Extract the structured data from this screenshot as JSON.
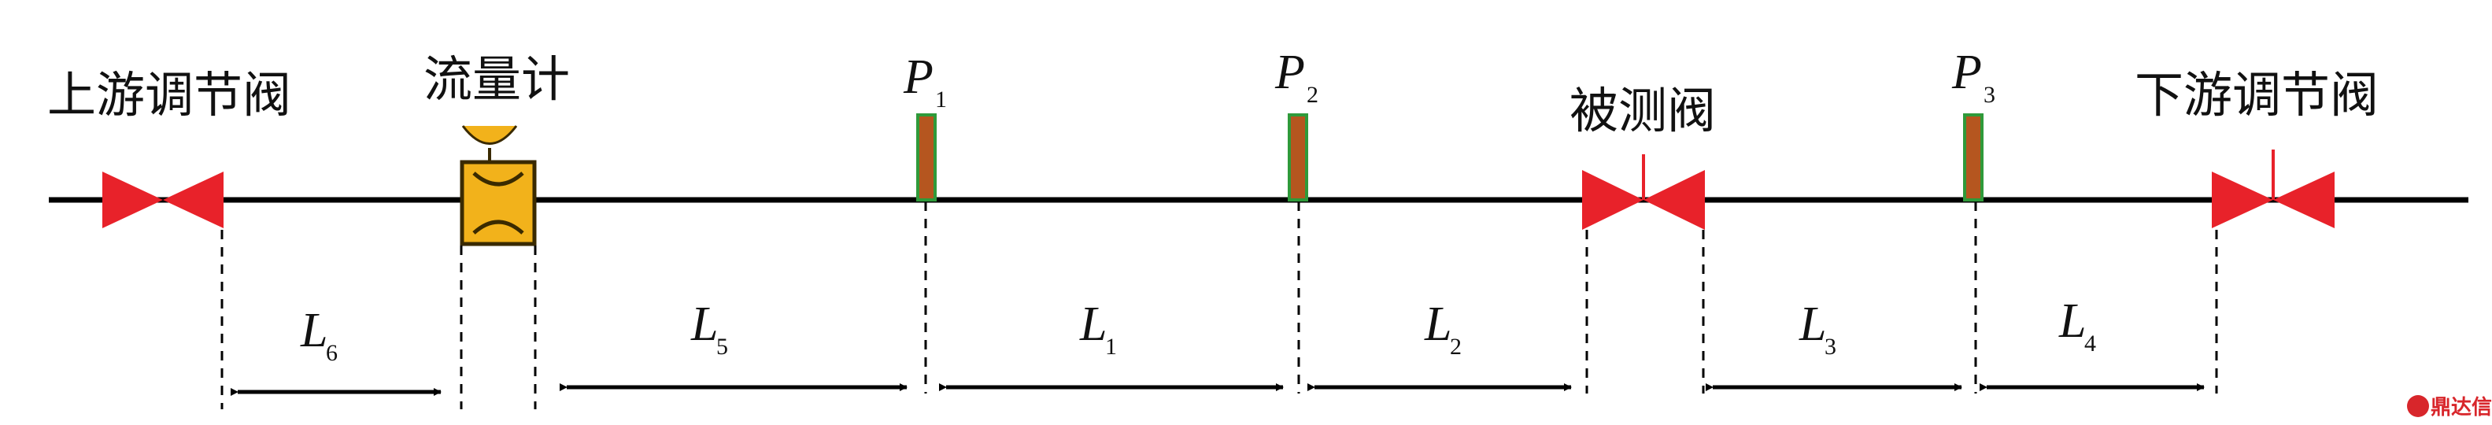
{
  "colors": {
    "pipe": "#000000",
    "valve": "#e8222a",
    "sensor_fill": "#b5561f",
    "sensor_border": "#2f9a3a",
    "meter_fill": "#f2b21b",
    "meter_border": "#3a2a00",
    "watermark": "#d8262b"
  },
  "components": {
    "upstream_valve": {
      "label": "上游调节阀",
      "icon": "gate-valve-icon"
    },
    "flow_meter": {
      "label": "流量计",
      "icon": "flow-meter-icon"
    },
    "test_valve": {
      "label": "被测阀",
      "icon": "gate-valve-icon"
    },
    "downstream_valve": {
      "label": "下游调节阀",
      "icon": "gate-valve-icon"
    }
  },
  "sensors": [
    {
      "symbol": "P",
      "sub": "1"
    },
    {
      "symbol": "P",
      "sub": "2"
    },
    {
      "symbol": "P",
      "sub": "3"
    }
  ],
  "distances": [
    {
      "symbol": "L",
      "sub": "6"
    },
    {
      "symbol": "L",
      "sub": "5"
    },
    {
      "symbol": "L",
      "sub": "1"
    },
    {
      "symbol": "L",
      "sub": "2"
    },
    {
      "symbol": "L",
      "sub": "3"
    },
    {
      "symbol": "L",
      "sub": "4"
    }
  ],
  "watermark": {
    "text": "鼎达信",
    "icon": "brand-logo-icon"
  }
}
